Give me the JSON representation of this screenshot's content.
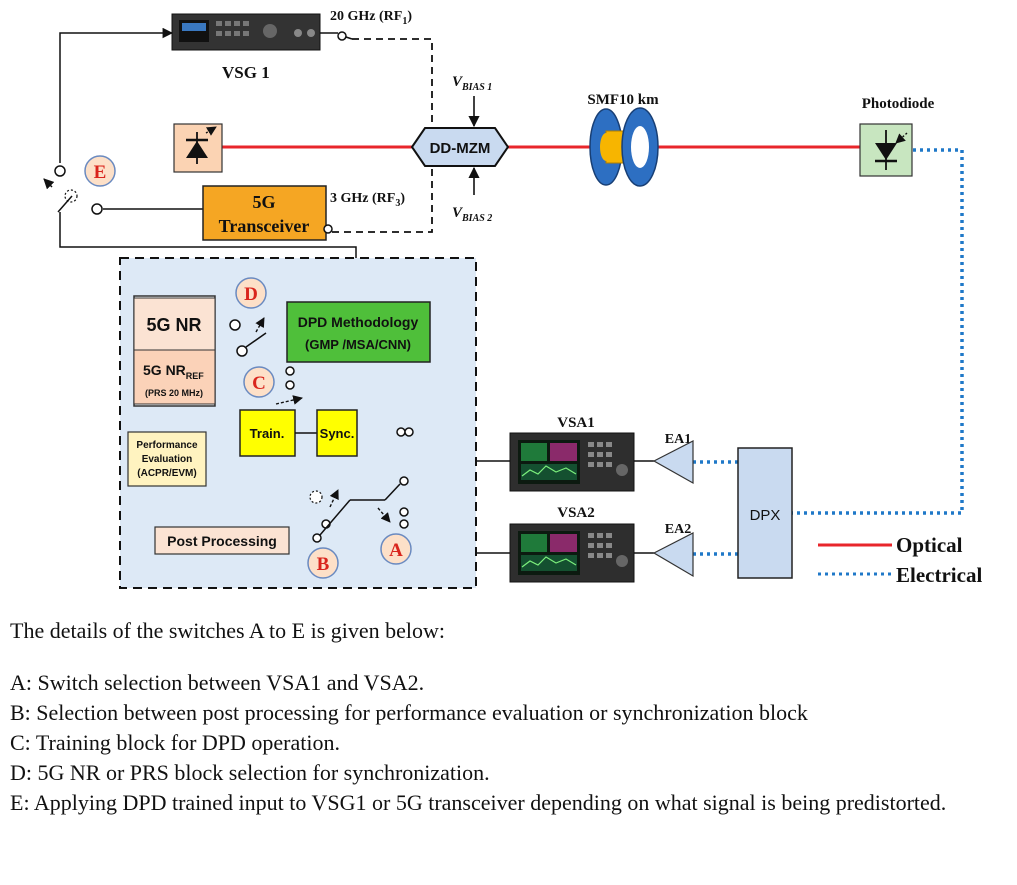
{
  "diagram": {
    "vsg1": "VSG 1",
    "rf1_prefix": "20 GHz (RF",
    "rf1_sub": "1",
    "rf1_suffix": ")",
    "rf3_prefix": "3 GHz (RF",
    "rf3_sub": "3",
    "rf3_suffix": ")",
    "vbias1_v": "V",
    "vbias1_sub": "BIAS 1",
    "vbias2_v": "V",
    "vbias2_sub": "BIAS 2",
    "modulator": "DD-MZM",
    "fiber": "SMF10 km",
    "photodiode": "Photodiode",
    "transceiver_line1": "5G",
    "transceiver_line2": "Transceiver",
    "nr": "5G NR",
    "nr_ref_main": "5G NR",
    "nr_ref_sub": "REF",
    "nr_ref_detail": "(PRS 20 MHz)",
    "dpd_line1": "DPD Methodology",
    "dpd_line2": "(GMP /MSA/CNN)",
    "train": "Train.",
    "sync": "Sync.",
    "perf_line1": "Performance",
    "perf_line2": "Evaluation",
    "perf_line3": "(ACPR/EVM)",
    "post": "Post Processing",
    "vsa1": "VSA1",
    "vsa2": "VSA2",
    "ea1": "EA1",
    "ea2": "EA2",
    "dpx": "DPX",
    "legend_optical": "Optical",
    "legend_electrical": "Electrical",
    "switches": {
      "a": "A",
      "b": "B",
      "c": "C",
      "d": "D",
      "e": "E"
    },
    "colors": {
      "optical": "#e8262b",
      "electrical": "#1f78c8",
      "panel": "#dde9f6",
      "dpd": "#4fbf3a",
      "yellow": "#ffff00",
      "orange": "#f5a623",
      "peach": "#fbe3d3",
      "switch_letter": "#d9251d"
    }
  },
  "notes": {
    "intro": "The details of the switches A to E is given below:",
    "items": [
      "A: Switch selection between VSA1 and VSA2.",
      "B: Selection between post processing for performance evaluation or  synchronization block",
      "C: Training block for DPD operation.",
      "D: 5G NR or PRS block selection for synchronization.",
      "E: Applying DPD trained input to VSG1 or 5G transceiver depending on what signal is being predistorted."
    ]
  }
}
